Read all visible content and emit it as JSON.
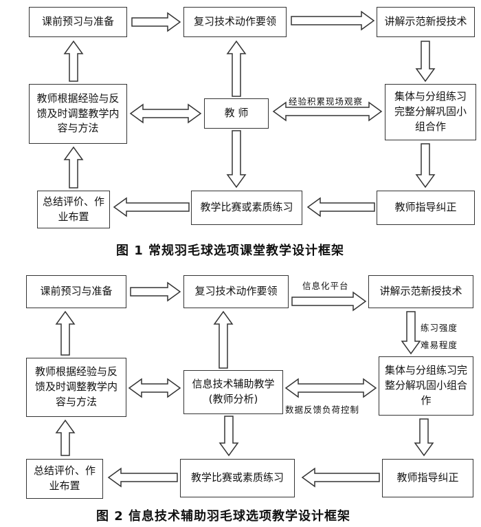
{
  "figure1": {
    "caption": "图 1  常规羽毛球选项课堂教学设计框架",
    "boxes": {
      "preview": "课前预习与准备",
      "review": "复习技术动作要领",
      "explain": "讲解示范新授技术",
      "adjust": "教师根据经验与反馈及时调整教学内容与方法",
      "teacher": "教 师",
      "practice_group": "集体与分组练习完整分解巩固小组合作",
      "summary": "总结评价、作业布置",
      "competition": "教学比赛或素质练习",
      "guidance": "教师指导纠正"
    },
    "labels": {
      "observe": "经验积累现场观察"
    }
  },
  "figure2": {
    "caption": "图 2  信息技术辅助羽毛球选项教学设计框架",
    "boxes": {
      "preview": "课前预习与准备",
      "review": "复习技术动作要领",
      "explain": "讲解示范新授技术",
      "adjust": "教师根据经验与反馈及时调整教学内容与方法",
      "teacher": "信息技术辅助教学(教师分析)",
      "practice_group": "集体与分组练习完整分解巩固小组合作",
      "summary": "总结评价、作业布置",
      "competition": "教学比赛或素质练习",
      "guidance": "教师指导纠正"
    },
    "labels": {
      "platform": "信息化平台",
      "intensity": "练习强度",
      "difficulty": "难易程度",
      "feedback": "数据反馈负荷控制"
    }
  }
}
